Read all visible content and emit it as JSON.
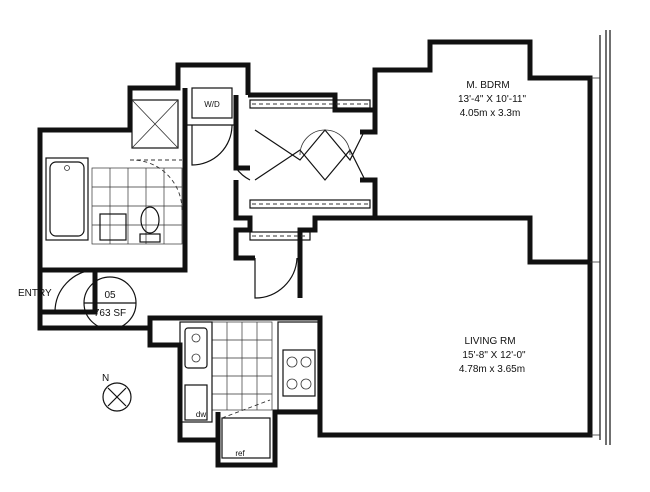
{
  "rooms": {
    "bedroom": {
      "name": "M. BDRM",
      "dims_imperial": "13'-4\" X 10'-11\"",
      "dims_metric": "4.05m x 3.3m"
    },
    "living": {
      "name": "LIVING RM",
      "dims_imperial": "15'-8\" X 12'-0\"",
      "dims_metric": "4.78m x 3.65m"
    }
  },
  "unit": {
    "number": "05",
    "area": "763 SF"
  },
  "labels": {
    "entry": "ENTRY",
    "washer_dryer": "W/D",
    "dishwasher": "dw",
    "refrigerator": "ref",
    "north": "N"
  }
}
